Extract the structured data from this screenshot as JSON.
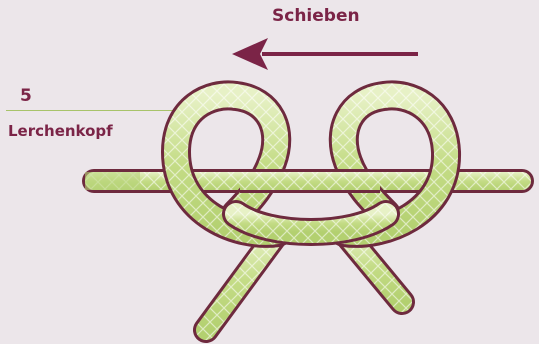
{
  "diagram": {
    "push_label": "Schieben",
    "step_number": "5",
    "knot_name": "Lerchenkopf"
  },
  "colors": {
    "background": "#ece6ea",
    "label": "#7b2447",
    "rope_fill": "#cfe39a",
    "rope_highlight": "#f3f8e0",
    "rope_outline": "#6e2a3e",
    "rule": "#a8c36a"
  },
  "icons": [
    "push-arrow-icon",
    "rope-icon"
  ]
}
